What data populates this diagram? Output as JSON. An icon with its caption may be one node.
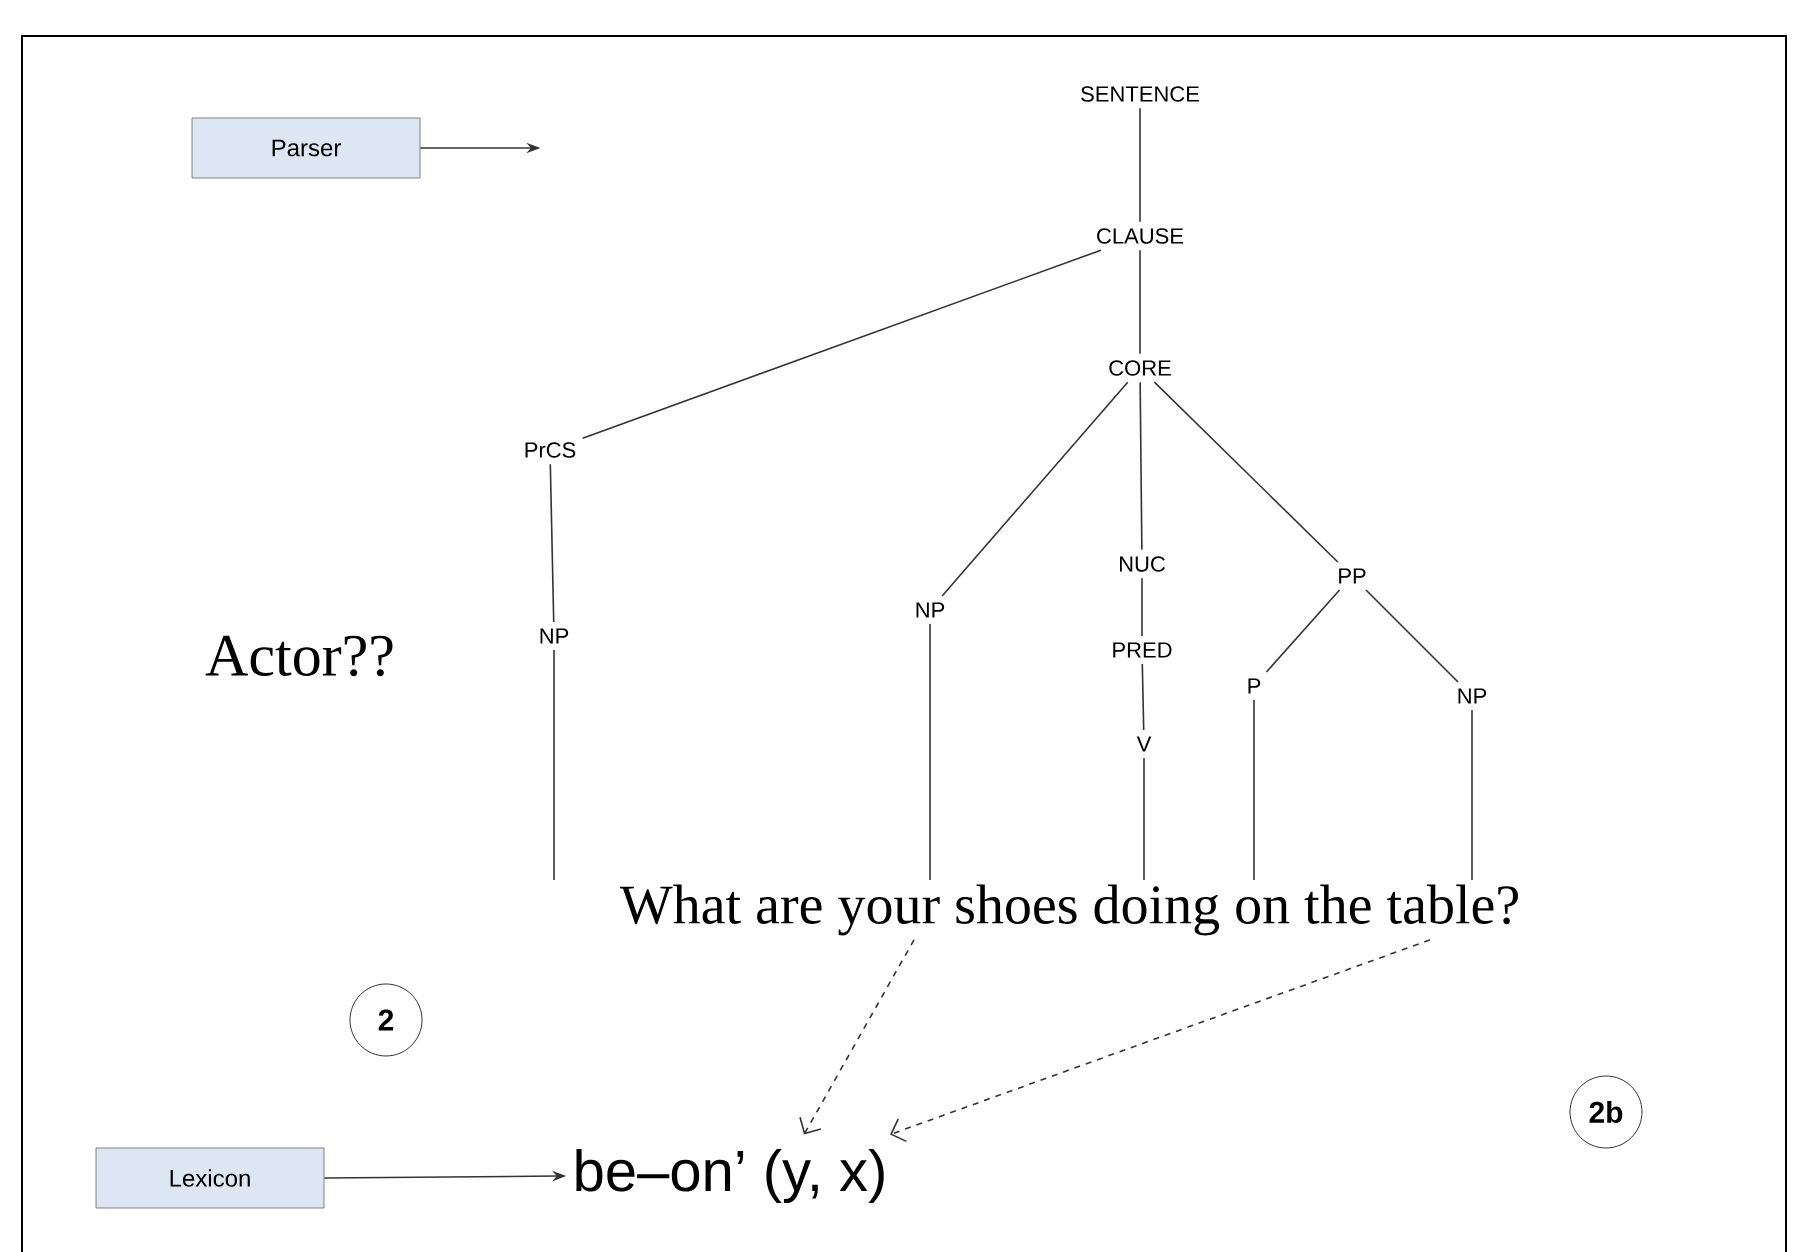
{
  "diagram": {
    "nodes": [
      {
        "text": [
          "Parser"
        ]
      },
      {
        "text": [
          "SENTENCE"
        ]
      },
      {
        "text": [
          "CLAUSE"
        ]
      },
      {
        "text": [
          "CORE"
        ]
      },
      {
        "text": [
          "PrCS"
        ]
      },
      {
        "text": [
          "NP"
        ]
      },
      {
        "text": [
          "NP"
        ]
      },
      {
        "text": [
          "NUC"
        ]
      },
      {
        "text": [
          "PRED"
        ]
      },
      {
        "text": [
          "V"
        ]
      },
      {
        "text": [
          "PP"
        ]
      },
      {
        "text": [
          "P"
        ]
      },
      {
        "text": [
          "NP"
        ]
      },
      {
        "text": [
          "What are your shoes doing on the table?"
        ]
      },
      {
        "text": [
          "Lexicon"
        ]
      },
      {
        "text": [
          "be–on’ (y, x)"
        ]
      },
      {
        "text": [
          "2"
        ]
      },
      {
        "text": [
          "2b"
        ]
      }
    ],
    "edges": [
      {
        "from": 0,
        "to": null,
        "arrow": "to"
      },
      {
        "from": 1,
        "to": 2,
        "arrow": "none"
      },
      {
        "from": 2,
        "to": 4,
        "arrow": "none"
      },
      {
        "from": 2,
        "to": 3,
        "arrow": "none"
      },
      {
        "from": 4,
        "to": 5,
        "arrow": "none"
      },
      {
        "from": 3,
        "to": 6,
        "arrow": "none"
      },
      {
        "from": 3,
        "to": 7,
        "arrow": "none"
      },
      {
        "from": 3,
        "to": 10,
        "arrow": "none"
      },
      {
        "from": 7,
        "to": 8,
        "arrow": "none"
      },
      {
        "from": 8,
        "to": 9,
        "arrow": "none"
      },
      {
        "from": 10,
        "to": 11,
        "arrow": "none"
      },
      {
        "from": 10,
        "to": 12,
        "arrow": "none"
      },
      {
        "from": 5,
        "to": 13,
        "arrow": "none"
      },
      {
        "from": 6,
        "to": 13,
        "arrow": "none"
      },
      {
        "from": 9,
        "to": 13,
        "arrow": "none"
      },
      {
        "from": 11,
        "to": 13,
        "arrow": "none"
      },
      {
        "from": 12,
        "to": 13,
        "arrow": "none"
      },
      {
        "from": 13,
        "to": 15,
        "arrow": "to",
        "style": "dashed"
      },
      {
        "from": 13,
        "to": 15,
        "arrow": "to",
        "style": "dashed"
      },
      {
        "from": 14,
        "to": 15,
        "arrow": "to"
      }
    ],
    "labels": [
      "Actor??"
    ]
  }
}
